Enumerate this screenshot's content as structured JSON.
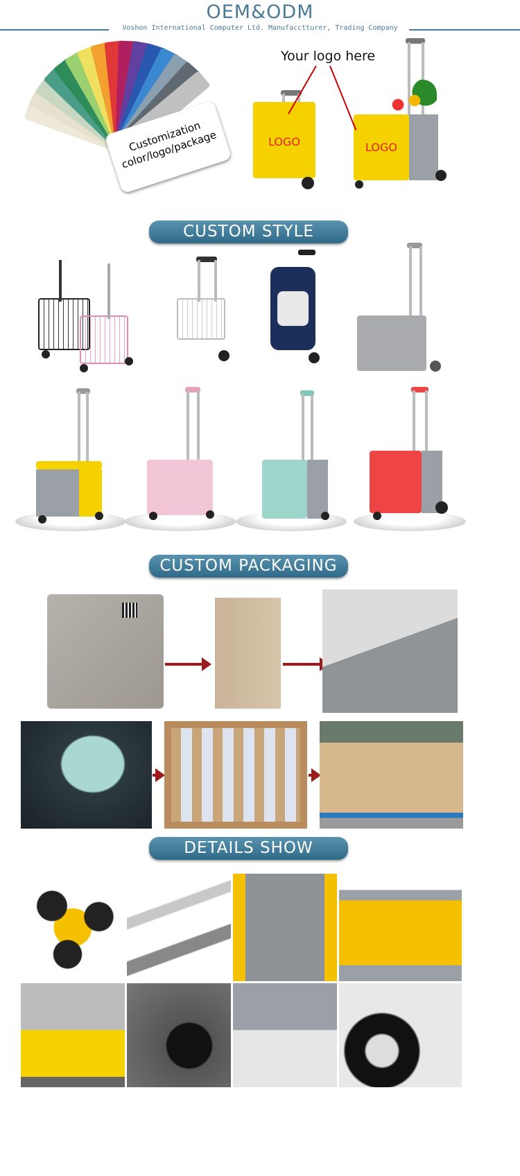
{
  "header": {
    "title": "OEM&ODM",
    "subtitle": "Voshon International Computer Ltd. Manufacctturer, Trading Company"
  },
  "customization": {
    "card_text_line1": "Customization",
    "card_text_line2": "color/logo/package",
    "logo_hint": "Your logo here",
    "logo_label": "LOGO"
  },
  "sections": {
    "custom_style": "CUSTOM STYLE",
    "custom_packaging": "CUSTOM PACKAGING",
    "details_show": "DETAILS SHOW"
  },
  "colors": {
    "banner": "#3e7794",
    "yellow": "#f5d100",
    "gray": "#9aa0a6",
    "pink": "#f2c6d6",
    "mint": "#9fd6cc",
    "red": "#ee4444"
  }
}
